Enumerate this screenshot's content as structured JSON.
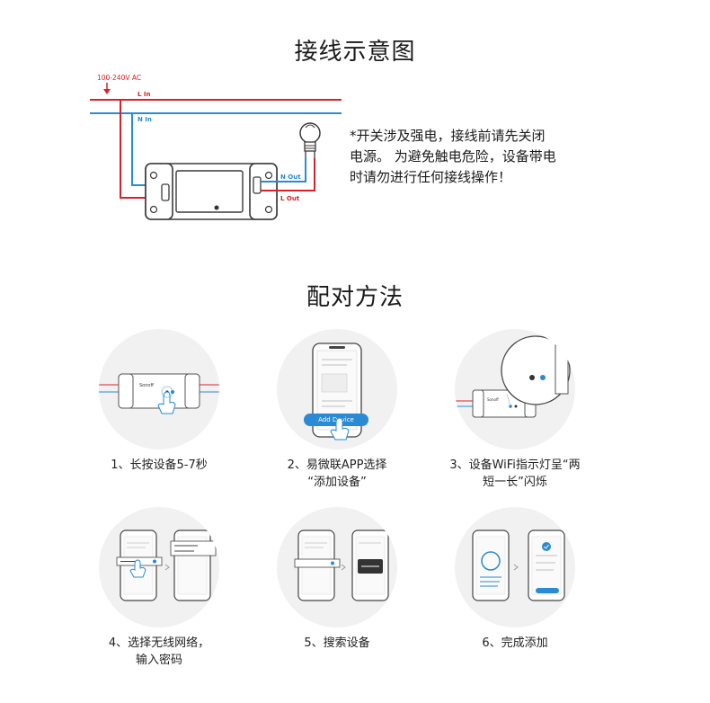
{
  "section_wiring": {
    "title": "接线示意图",
    "voltage_label": "100-240V AC",
    "l_in": "L In",
    "n_in": "N In",
    "n_out": "N Out",
    "l_out": "L Out",
    "warning_lines": [
      "*开关涉及强电，接线前请先关闭",
      "电源。 为避免触电危险，设备带电",
      "时请勿进行任何接线操作！"
    ]
  },
  "section_pairing": {
    "title": "配对方法",
    "steps": [
      {
        "lines": [
          "1、长按设备5-7秒"
        ]
      },
      {
        "lines": [
          "2、易微联APP选择",
          "“添加设备”"
        ],
        "button": "Add Device"
      },
      {
        "lines": [
          "3、设备WiFi指示灯呈“两",
          "短一长”闪烁"
        ]
      },
      {
        "lines": [
          "4、选择无线网络，",
          "输入密码"
        ]
      },
      {
        "lines": [
          "5、搜索设备"
        ]
      },
      {
        "lines": [
          "6、完成添加"
        ]
      }
    ]
  },
  "colors": {
    "live": "#d6232a",
    "neutral": "#2a8ad4",
    "outline": "#3a3a3a",
    "accent": "#2a8ad4"
  }
}
